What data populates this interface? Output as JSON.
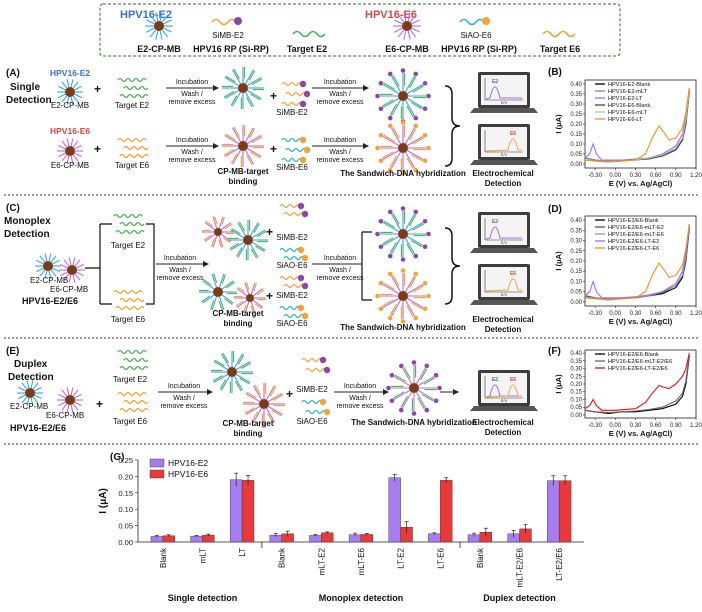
{
  "colors": {
    "e2": "#9b6cf0",
    "e6": "#e53935",
    "e2_title": "#3b6fd6",
    "e6_title": "#d64545",
    "probe_orange": "#f2a33a",
    "probe_purple": "#8e44ad",
    "target_green": "#4caf50",
    "target_orange": "#f0a030",
    "bead_core": "#7a3b16",
    "laptop_dark": "#3c3c3c",
    "legend_border": "#4f8a43",
    "legend_bg": "#eef3ea"
  },
  "legend_box": {
    "hpv16_e2": "HPV16-E2",
    "hpv16_e6": "HPV16-E6",
    "e2_cp_mb": "E2-CP-MB",
    "e6_cp_mb": "E6-CP-MB",
    "simb_e2": "SiMB-E2",
    "siao_e6": "SiAO-E6",
    "hpv16_rp_e2": "HPV16 RP (Si-RP)",
    "hpv16_rp_e6": "HPV16 RP (Si-RP)",
    "target_e2": "Target E2",
    "target_e6": "Target E6"
  },
  "panel_a": {
    "letter": "(A)",
    "title_line1": "Single",
    "title_line2": "Detection",
    "hpv_e2": "HPV16-E2",
    "hpv_e6": "HPV16-E6",
    "plus": "+",
    "e2_cp_mb": "E2-CP-MB",
    "e6_cp_mb": "E6-CP-MB",
    "target_e2": "Target E2",
    "target_e6": "Target E6",
    "incubation": "Incubation",
    "wash_line1": "Wash /",
    "wash_line2": "remove excess",
    "simb_e2": "SiMB-E2",
    "simb_e6": "SiMB-E6",
    "binding_line1": "CP-MB-target",
    "binding_line2": "binding",
    "hybridization": "The Sandwich-DNA hybridization",
    "electro_line1": "Electrochemical",
    "electro_line2": "Detection",
    "screen_e2": "E2",
    "screen_e6": "E6",
    "screen_axis": "E/V"
  },
  "panel_c": {
    "letter": "(C)",
    "title_line1": "Monoplex",
    "title_line2": "Detection",
    "target_e2": "Target E2",
    "target_e6": "Target E6",
    "e2_cp_mb": "E2-CP-MB",
    "e6_cp_mb": "E6-CP-MB",
    "sample": "HPV16-E2/E6",
    "incubation": "Incubation",
    "wash_line1": "Wash /",
    "wash_line2": "remove excess",
    "simb_e2": "SiMB-E2",
    "siao_e6": "SiAO-E6",
    "binding_line1": "CP-MB-target",
    "binding_line2": "binding",
    "hybridization": "The Sandwich-DNA hybridization",
    "electro_line1": "Electrochemical",
    "electro_line2": "Detection"
  },
  "panel_e": {
    "letter": "(E)",
    "title_line1": "Duplex",
    "title_line2": "Detection",
    "e2_cp_mb": "E2-CP-MB",
    "e6_cp_mb": "E6-CP-MB",
    "sample": "HPV16-E2/E6",
    "target_e2": "Target E2",
    "target_e6": "Target E6",
    "incubation": "Incubation",
    "wash_line1": "Wash /",
    "wash_line2": "remove excess",
    "simb_e2": "SiMB-E2",
    "siao_e6": "SiAO-E6",
    "binding_line1": "CP-MB-target",
    "binding_line2": "binding",
    "hybridization": "The Sandwich-DNA hybridization",
    "electro_line1": "Electrochemical",
    "electro_line2": "Detection"
  },
  "plot_b": {
    "letter": "(B)",
    "xlabel": "E (V) vs. Ag/AgCl)",
    "ylabel": "I (μA)",
    "xticks": [
      "-0.30",
      "0.00",
      "0.30",
      "0.60",
      "0.90",
      "1.20"
    ],
    "yticks": [
      "0.00",
      "0.05",
      "0.10",
      "0.15",
      "0.20",
      "0.25",
      "0.30",
      "0.35",
      "0.40"
    ],
    "legend": [
      "HPV16-E2-Blank",
      "HPV16-E2-mLT",
      "HPV16-E2-LT",
      "HPV16-E6-Blank",
      "HPV16-E6-mLT",
      "HPV16-E6-LT"
    ],
    "legend_colors": [
      "#000000",
      "#888888",
      "#a070e8",
      "#444444",
      "#bbbbbb",
      "#f09020"
    ]
  },
  "plot_d": {
    "letter": "(D)",
    "xlabel": "E (V) vs. Ag/AgCl)",
    "ylabel": "I (μA)",
    "xticks": [
      "-0.30",
      "0.00",
      "0.30",
      "0.60",
      "0.90",
      "1.20"
    ],
    "yticks": [
      "0.00",
      "0.05",
      "0.10",
      "0.15",
      "0.20",
      "0.25",
      "0.30",
      "0.35",
      "0.40"
    ],
    "legend": [
      "HPV16-E2/E6-Blank",
      "HPV16-E2/E6-mLT-E2",
      "HPV16-E2/E6-mLT-E6",
      "HPV16-E2/E6-LT-E2",
      "HPV16-E2/E6-LT-E6"
    ],
    "legend_colors": [
      "#000000",
      "#555555",
      "#999999",
      "#a070e8",
      "#f09020"
    ]
  },
  "plot_f": {
    "letter": "(F)",
    "xlabel": "E (V) vs. Ag/AgCl)",
    "ylabel": "I (μA)",
    "xticks": [
      "-0.30",
      "0.00",
      "0.30",
      "0.60",
      "0.90",
      "1.20"
    ],
    "yticks": [
      "0.00",
      "0.05",
      "0.10",
      "0.15",
      "0.20",
      "0.25",
      "0.30",
      "0.35",
      "0.40"
    ],
    "legend": [
      "HPV16-E2/E6-Blank",
      "HPV16-E2/E6-mLT-E2/E6",
      "HPV16-E2/E6-LT-E2/E6"
    ],
    "legend_colors": [
      "#000000",
      "#666666",
      "#e01010"
    ]
  },
  "chart_data": [
    {
      "type": "line",
      "panel": "B",
      "xlabel": "E (V) vs. Ag/AgCl)",
      "ylabel": "I (μA)",
      "xlim": [
        -0.45,
        1.2
      ],
      "ylim": [
        -0.02,
        0.42
      ],
      "series": [
        {
          "name": "HPV16-E2-Blank",
          "color": "#000000",
          "x": [
            -0.45,
            -0.3,
            -0.1,
            0.1,
            0.3,
            0.5,
            0.7,
            0.9,
            1.0,
            1.05,
            1.1
          ],
          "y": [
            0.03,
            0.02,
            0.01,
            0.02,
            0.02,
            0.03,
            0.04,
            0.07,
            0.12,
            0.2,
            0.36
          ]
        },
        {
          "name": "HPV16-E2-mLT",
          "color": "#888888",
          "x": [
            -0.45,
            -0.3,
            -0.1,
            0.1,
            0.3,
            0.5,
            0.7,
            0.9,
            1.0,
            1.05,
            1.1
          ],
          "y": [
            0.03,
            0.02,
            0.015,
            0.02,
            0.025,
            0.03,
            0.04,
            0.08,
            0.13,
            0.22,
            0.37
          ]
        },
        {
          "name": "HPV16-E2-LT",
          "color": "#a070e8",
          "x": [
            -0.45,
            -0.38,
            -0.33,
            -0.28,
            -0.2,
            0.0,
            0.3,
            0.5,
            0.7,
            0.9,
            1.0,
            1.05,
            1.1
          ],
          "y": [
            0.03,
            0.05,
            0.1,
            0.05,
            0.02,
            0.02,
            0.02,
            0.03,
            0.05,
            0.09,
            0.15,
            0.24,
            0.38
          ]
        },
        {
          "name": "HPV16-E6-Blank",
          "color": "#444444",
          "x": [
            -0.45,
            -0.3,
            -0.1,
            0.1,
            0.3,
            0.5,
            0.7,
            0.9,
            1.0,
            1.05,
            1.1
          ],
          "y": [
            0.02,
            0.015,
            0.01,
            0.015,
            0.02,
            0.025,
            0.04,
            0.07,
            0.12,
            0.21,
            0.37
          ]
        },
        {
          "name": "HPV16-E6-mLT",
          "color": "#bbbbbb",
          "x": [
            -0.45,
            -0.3,
            -0.1,
            0.1,
            0.3,
            0.5,
            0.7,
            0.9,
            1.0,
            1.05,
            1.1
          ],
          "y": [
            0.02,
            0.015,
            0.012,
            0.015,
            0.02,
            0.03,
            0.045,
            0.08,
            0.13,
            0.22,
            0.37
          ]
        },
        {
          "name": "HPV16-E6-LT",
          "color": "#f09020",
          "x": [
            -0.45,
            -0.3,
            -0.1,
            0.1,
            0.3,
            0.45,
            0.55,
            0.65,
            0.72,
            0.8,
            0.9,
            1.0,
            1.05,
            1.1
          ],
          "y": [
            0.02,
            0.015,
            0.01,
            0.015,
            0.02,
            0.05,
            0.13,
            0.19,
            0.16,
            0.12,
            0.13,
            0.18,
            0.26,
            0.38
          ]
        }
      ]
    },
    {
      "type": "line",
      "panel": "D",
      "xlabel": "E (V) vs. Ag/AgCl)",
      "ylabel": "I (μA)",
      "xlim": [
        -0.45,
        1.2
      ],
      "ylim": [
        -0.02,
        0.42
      ],
      "series": [
        {
          "name": "HPV16-E2/E6-Blank",
          "color": "#000000",
          "x": [
            -0.45,
            -0.3,
            -0.1,
            0.1,
            0.3,
            0.5,
            0.7,
            0.9,
            1.0,
            1.05,
            1.1
          ],
          "y": [
            0.03,
            0.02,
            0.01,
            0.02,
            0.02,
            0.03,
            0.04,
            0.07,
            0.12,
            0.2,
            0.36
          ]
        },
        {
          "name": "HPV16-E2/E6-mLT-E2",
          "color": "#555555",
          "x": [
            -0.45,
            -0.3,
            -0.1,
            0.1,
            0.3,
            0.5,
            0.7,
            0.9,
            1.0,
            1.05,
            1.1
          ],
          "y": [
            0.03,
            0.02,
            0.015,
            0.02,
            0.025,
            0.03,
            0.045,
            0.08,
            0.13,
            0.21,
            0.37
          ]
        },
        {
          "name": "HPV16-E2/E6-mLT-E6",
          "color": "#999999",
          "x": [
            -0.45,
            -0.3,
            -0.1,
            0.1,
            0.3,
            0.5,
            0.7,
            0.9,
            1.0,
            1.05,
            1.1
          ],
          "y": [
            0.025,
            0.018,
            0.014,
            0.02,
            0.025,
            0.035,
            0.05,
            0.08,
            0.13,
            0.22,
            0.38
          ]
        },
        {
          "name": "HPV16-E2/E6-LT-E2",
          "color": "#a070e8",
          "x": [
            -0.45,
            -0.38,
            -0.33,
            -0.28,
            -0.2,
            0.0,
            0.3,
            0.5,
            0.7,
            0.9,
            1.0,
            1.05,
            1.1
          ],
          "y": [
            0.03,
            0.05,
            0.1,
            0.05,
            0.02,
            0.02,
            0.02,
            0.03,
            0.05,
            0.09,
            0.15,
            0.24,
            0.38
          ]
        },
        {
          "name": "HPV16-E2/E6-LT-E6",
          "color": "#f09020",
          "x": [
            -0.45,
            -0.3,
            -0.1,
            0.1,
            0.3,
            0.45,
            0.55,
            0.65,
            0.72,
            0.8,
            0.9,
            1.0,
            1.05,
            1.1
          ],
          "y": [
            0.02,
            0.015,
            0.01,
            0.015,
            0.02,
            0.05,
            0.13,
            0.19,
            0.16,
            0.12,
            0.13,
            0.18,
            0.26,
            0.38
          ]
        }
      ]
    },
    {
      "type": "line",
      "panel": "F",
      "xlabel": "E (V) vs. Ag/AgCl)",
      "ylabel": "I (μA)",
      "xlim": [
        -0.45,
        1.2
      ],
      "ylim": [
        -0.02,
        0.42
      ],
      "series": [
        {
          "name": "HPV16-E2/E6-Blank",
          "color": "#000000",
          "x": [
            -0.45,
            -0.3,
            -0.1,
            0.1,
            0.3,
            0.5,
            0.7,
            0.9,
            1.0,
            1.05,
            1.1
          ],
          "y": [
            0.03,
            0.02,
            0.01,
            0.02,
            0.02,
            0.03,
            0.04,
            0.07,
            0.12,
            0.2,
            0.38
          ]
        },
        {
          "name": "HPV16-E2/E6-mLT-E2/E6",
          "color": "#666666",
          "x": [
            -0.45,
            -0.3,
            -0.1,
            0.1,
            0.3,
            0.5,
            0.7,
            0.9,
            1.0,
            1.05,
            1.1
          ],
          "y": [
            0.03,
            0.02,
            0.015,
            0.02,
            0.025,
            0.035,
            0.05,
            0.09,
            0.14,
            0.22,
            0.39
          ]
        },
        {
          "name": "HPV16-E2/E6-LT-E2/E6",
          "color": "#e01010",
          "x": [
            -0.45,
            -0.38,
            -0.33,
            -0.28,
            -0.2,
            0.0,
            0.3,
            0.45,
            0.55,
            0.65,
            0.72,
            0.8,
            0.9,
            1.0,
            1.05,
            1.1
          ],
          "y": [
            0.04,
            0.06,
            0.1,
            0.06,
            0.03,
            0.03,
            0.04,
            0.08,
            0.14,
            0.19,
            0.18,
            0.17,
            0.2,
            0.25,
            0.3,
            0.4
          ]
        }
      ]
    },
    {
      "type": "bar",
      "panel": "G",
      "letter": "(G)",
      "ylabel": "I (μA)",
      "ylim": [
        0,
        0.25
      ],
      "yticks": [
        "0.00",
        "0.05",
        "0.10",
        "0.15",
        "0.20",
        "0.25"
      ],
      "categories": [
        "Blank",
        "mLT",
        "LT",
        "Blank",
        "mLT-E2",
        "mLT-E6",
        "LT-E2",
        "LT-E6",
        "Blank",
        "mLT-E2/E6",
        "LT-E2/E6"
      ],
      "groups": [
        {
          "label": "Single detection",
          "categories": 3
        },
        {
          "label": "Monoplex detection",
          "categories": 5
        },
        {
          "label": "Duplex detection",
          "categories": 3
        }
      ],
      "legend": [
        "HPV16-E2",
        "HPV16-E6"
      ],
      "series": [
        {
          "name": "HPV16-E2",
          "color": "#a67cf0",
          "values": [
            0.017,
            0.018,
            0.19,
            0.021,
            0.02,
            0.022,
            0.196,
            0.025,
            0.022,
            0.025,
            0.187
          ],
          "errors": [
            0.003,
            0.002,
            0.02,
            0.005,
            0.003,
            0.005,
            0.01,
            0.003,
            0.005,
            0.01,
            0.015
          ]
        },
        {
          "name": "HPV16-E6",
          "color": "#e83a3a",
          "values": [
            0.019,
            0.021,
            0.188,
            0.025,
            0.028,
            0.023,
            0.045,
            0.188,
            0.03,
            0.04,
            0.187
          ],
          "errors": [
            0.003,
            0.003,
            0.015,
            0.008,
            0.003,
            0.003,
            0.017,
            0.008,
            0.012,
            0.013,
            0.015
          ]
        }
      ]
    }
  ]
}
